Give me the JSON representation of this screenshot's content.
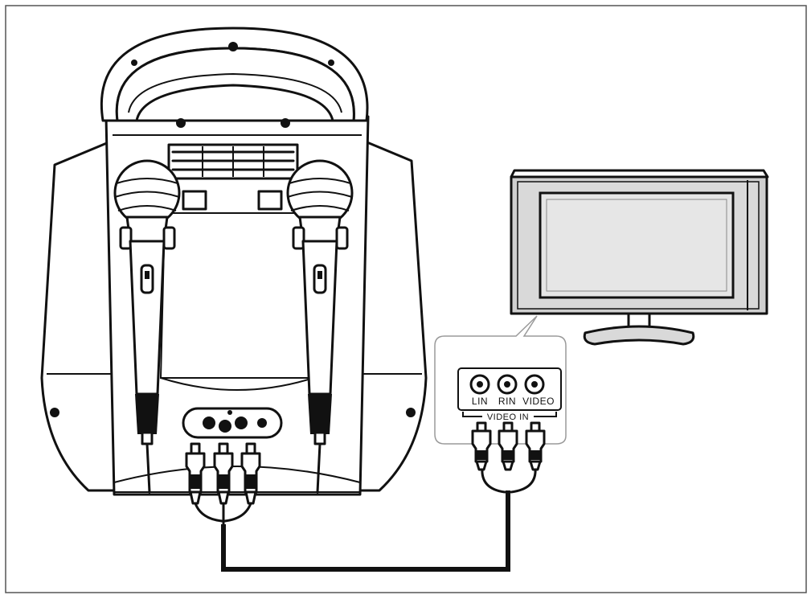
{
  "jack_panel": {
    "lin_label": "LIN",
    "rin_label": "RIN",
    "video_label": "VIDEO",
    "group_label": "VIDEO IN"
  },
  "colors": {
    "line": "#111111",
    "tv_screen": "#e6e6e6",
    "tv_bezel": "#cfcfcf",
    "callout_border": "#9a9a9a",
    "frame_border": "#555555"
  }
}
